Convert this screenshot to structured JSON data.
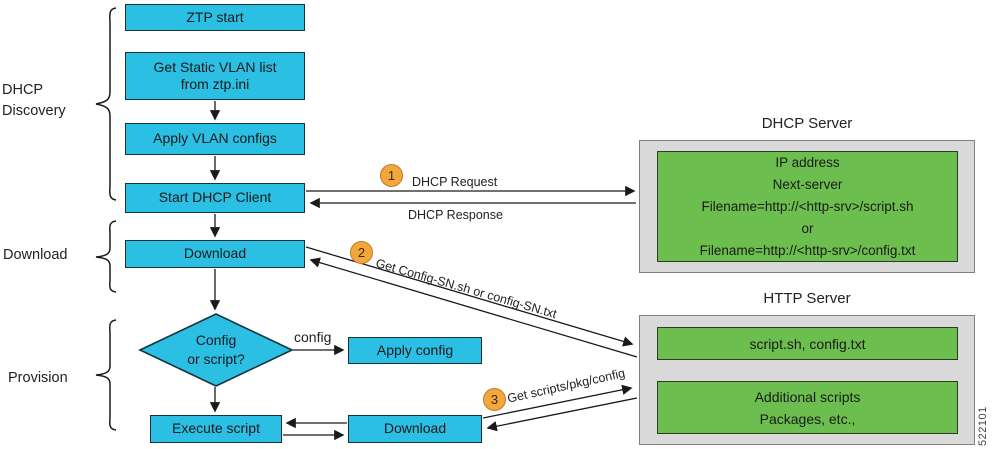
{
  "stages": {
    "dhcp_discovery": "DHCP\nDiscovery",
    "download": "Download",
    "provision": "Provision"
  },
  "flowchart": {
    "ztp_start": "ZTP start",
    "get_vlan_list": "Get Static VLAN list\nfrom ztp.ini",
    "apply_vlan_configs": "Apply VLAN configs",
    "start_dhcp_client": "Start DHCP Client",
    "download": "Download",
    "decision": "Config\nor script?",
    "config_branch_label": "config",
    "apply_config": "Apply config",
    "execute_script": "Execute script",
    "download_secondary": "Download"
  },
  "steps": {
    "one_num": "1",
    "dhcp_request": "DHCP Request",
    "dhcp_response": "DHCP Response",
    "two_num": "2",
    "get_config": "Get Config-SN.sh or config-SN.txt",
    "three_num": "3",
    "get_scripts": "Get scripts/pkg/config"
  },
  "servers": {
    "dhcp": {
      "title": "DHCP Server",
      "details": "IP address\nNext-server\nFilename=http://<http-srv>/script.sh\nor\nFilename=http://<http-srv>/config.txt"
    },
    "http": {
      "title": "HTTP Server",
      "files": "script.sh, config.txt",
      "additional": "Additional scripts\nPackages, etc.,"
    }
  },
  "figure_id": "522101",
  "colors": {
    "process_fill": "#2BBFE4",
    "server_panel_fill": "#D9D9D9",
    "server_item_fill": "#6CBE4E",
    "step_badge_fill": "#F2A63C"
  }
}
